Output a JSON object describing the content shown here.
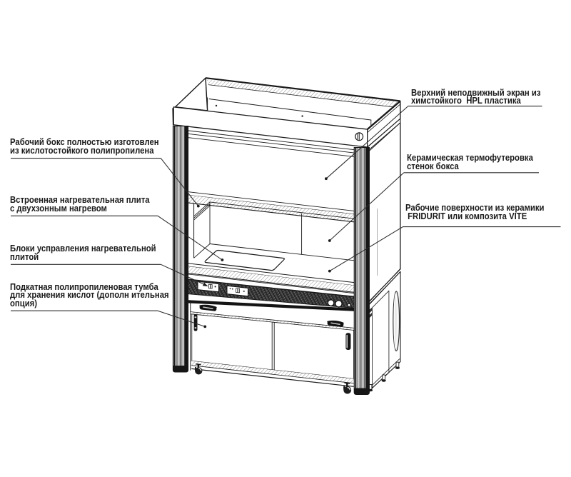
{
  "page": {
    "background": "#ffffff",
    "kind": "technical diagram — laboratory fume hood with callout labels",
    "language": "ru"
  },
  "colors": {
    "ink": "#1a1a1a",
    "text": "#1a1a1a",
    "post_fill": "#b0b0b0",
    "strip_dark": "#1e1e1e"
  },
  "labels": [
    {
      "id": "workbox",
      "side": "left",
      "lines": [
        "Рабочий бокс полностью изготовлен",
        "из кислотостойкого полипропилена"
      ]
    },
    {
      "id": "heater",
      "side": "left",
      "lines": [
        "Встроенная нагревательная плита",
        "с двухзонным нагревом"
      ]
    },
    {
      "id": "controls",
      "side": "left",
      "lines": [
        "Блоки усправления нагревательной",
        "плитой"
      ]
    },
    {
      "id": "tumba",
      "side": "left",
      "lines": [
        "Подкатная полипропиленовая тумба",
        "для хранения кислот (дополн ительная",
        "опция)"
      ]
    },
    {
      "id": "top-screen",
      "side": "right",
      "lines": [
        "Верхний неподвижный экран из",
        "химстойкого  HPL пластика"
      ]
    },
    {
      "id": "ceramic",
      "side": "right",
      "lines": [
        "Керамическая термофутеровка",
        "стенок бокса"
      ]
    },
    {
      "id": "worktop",
      "side": "right",
      "lines": [
        "Рабочие поверхности из керамики",
        " FRIDURIT или композита VITE"
      ]
    }
  ],
  "drawing": {
    "parts": [
      "back-screen",
      "top-collar",
      "collar-fastener",
      "left-post",
      "right-post",
      "fixed-upper-screen",
      "work-chamber",
      "chamber-ceramic-lining",
      "heating-plate",
      "work-surface",
      "control-strip",
      "control-module-1",
      "control-module-2",
      "control-knobs",
      "underbench-cabinet",
      "sliding-door-left",
      "sliding-door-right",
      "door-handles",
      "casters",
      "side-cabinet",
      "side-cabinet-groove-handle",
      "side-cabinet-feet"
    ]
  }
}
